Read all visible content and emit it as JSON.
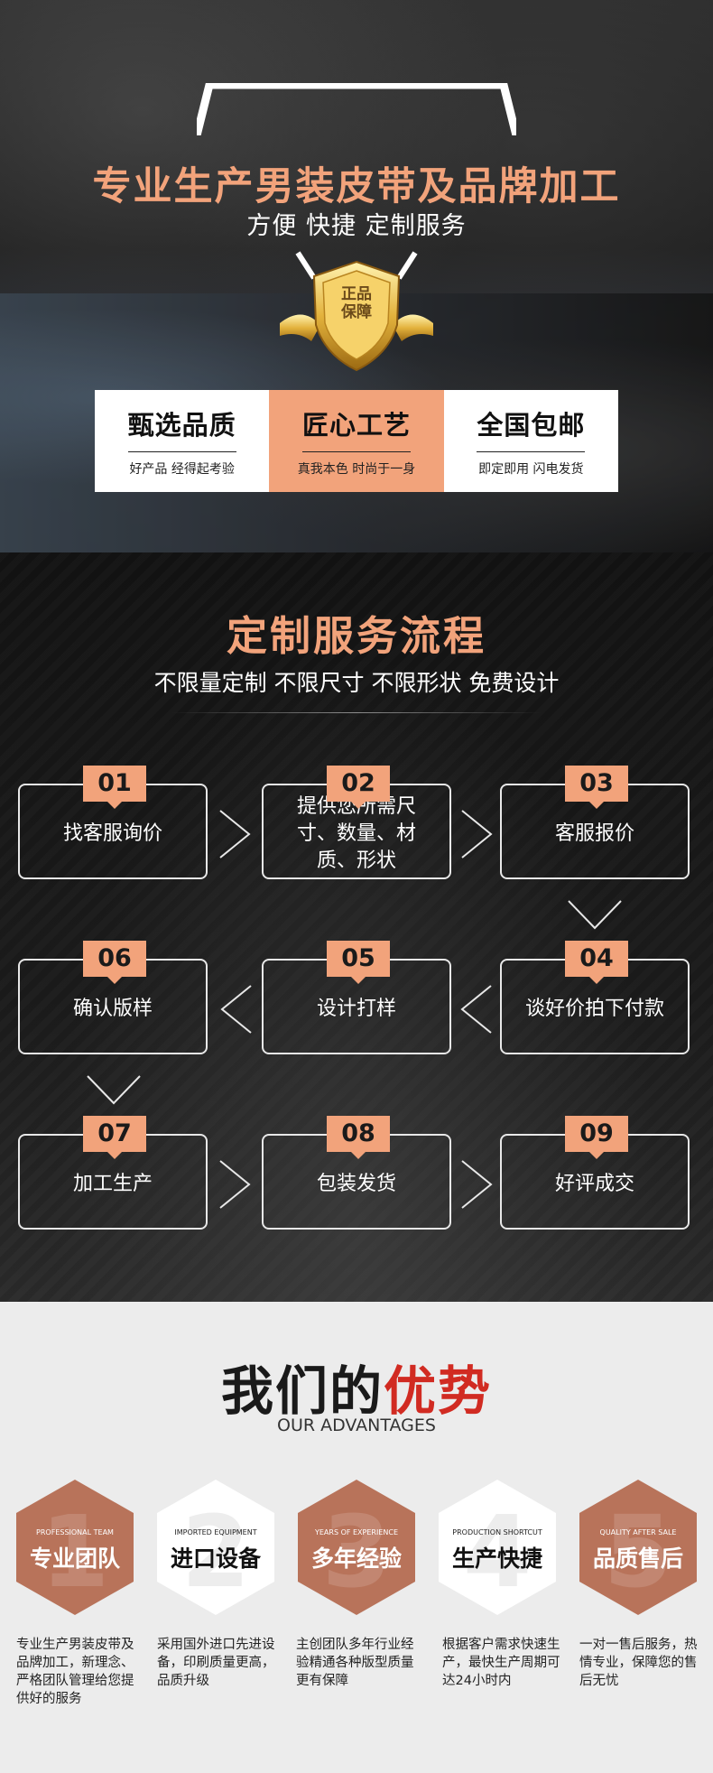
{
  "hero": {
    "title": "专业生产男装皮带及品牌加工",
    "subtitle": "方便 快捷 定制服务",
    "badge": {
      "line1": "正品",
      "line2": "保障"
    },
    "features": [
      {
        "title": "甄选品质",
        "sub": "好产品 经得起考验"
      },
      {
        "title": "匠心工艺",
        "sub": "真我本色 时尚于一身"
      },
      {
        "title": "全国包邮",
        "sub": "即定即用 闪电发货"
      }
    ],
    "accent": "#f2a37b"
  },
  "process": {
    "title": "定制服务流程",
    "subtitle": "不限量定制 不限尺寸 不限形状 免费设计",
    "steps": [
      {
        "num": "01",
        "label": "找客服询价"
      },
      {
        "num": "02",
        "label": "提供您所需尺寸、数量、材质、形状"
      },
      {
        "num": "03",
        "label": "客服报价"
      },
      {
        "num": "04",
        "label": "谈好价拍下付款"
      },
      {
        "num": "05",
        "label": "设计打样"
      },
      {
        "num": "06",
        "label": "确认版样"
      },
      {
        "num": "07",
        "label": "加工生产"
      },
      {
        "num": "08",
        "label": "包装发货"
      },
      {
        "num": "09",
        "label": "好评成交"
      }
    ]
  },
  "advantages": {
    "title_a": "我们的",
    "title_b": "优势",
    "subtitle": "OUR ADVANTAGES",
    "items": [
      {
        "num": "1",
        "en": "PROFESSIONAL TEAM",
        "cn": "专业团队",
        "desc": "专业生产男装皮带及品牌加工，新理念、严格团队管理给您提供好的服务",
        "style": "dark"
      },
      {
        "num": "2",
        "en": "IMPORTED EQUIPMENT",
        "cn": "进口设备",
        "desc": "采用国外进口先进设备，印刷质量更高，品质升级",
        "style": "light"
      },
      {
        "num": "3",
        "en": "YEARS OF EXPERIENCE",
        "cn": "多年经验",
        "desc": "主创团队多年行业经验精通各种版型质量更有保障",
        "style": "dark"
      },
      {
        "num": "4",
        "en": "PRODUCTION SHORTCUT",
        "cn": "生产快捷",
        "desc": "根据客户需求快速生产，最快生产周期可达24小时内",
        "style": "light"
      },
      {
        "num": "5",
        "en": "QUALITY AFTER SALE",
        "cn": "品质售后",
        "desc": "一对一售后服务，热情专业，保障您的售后无忧",
        "style": "dark"
      }
    ],
    "colors": {
      "dark": "#b8735a",
      "light": "#ffffff",
      "highlight": "#d12b22"
    }
  }
}
